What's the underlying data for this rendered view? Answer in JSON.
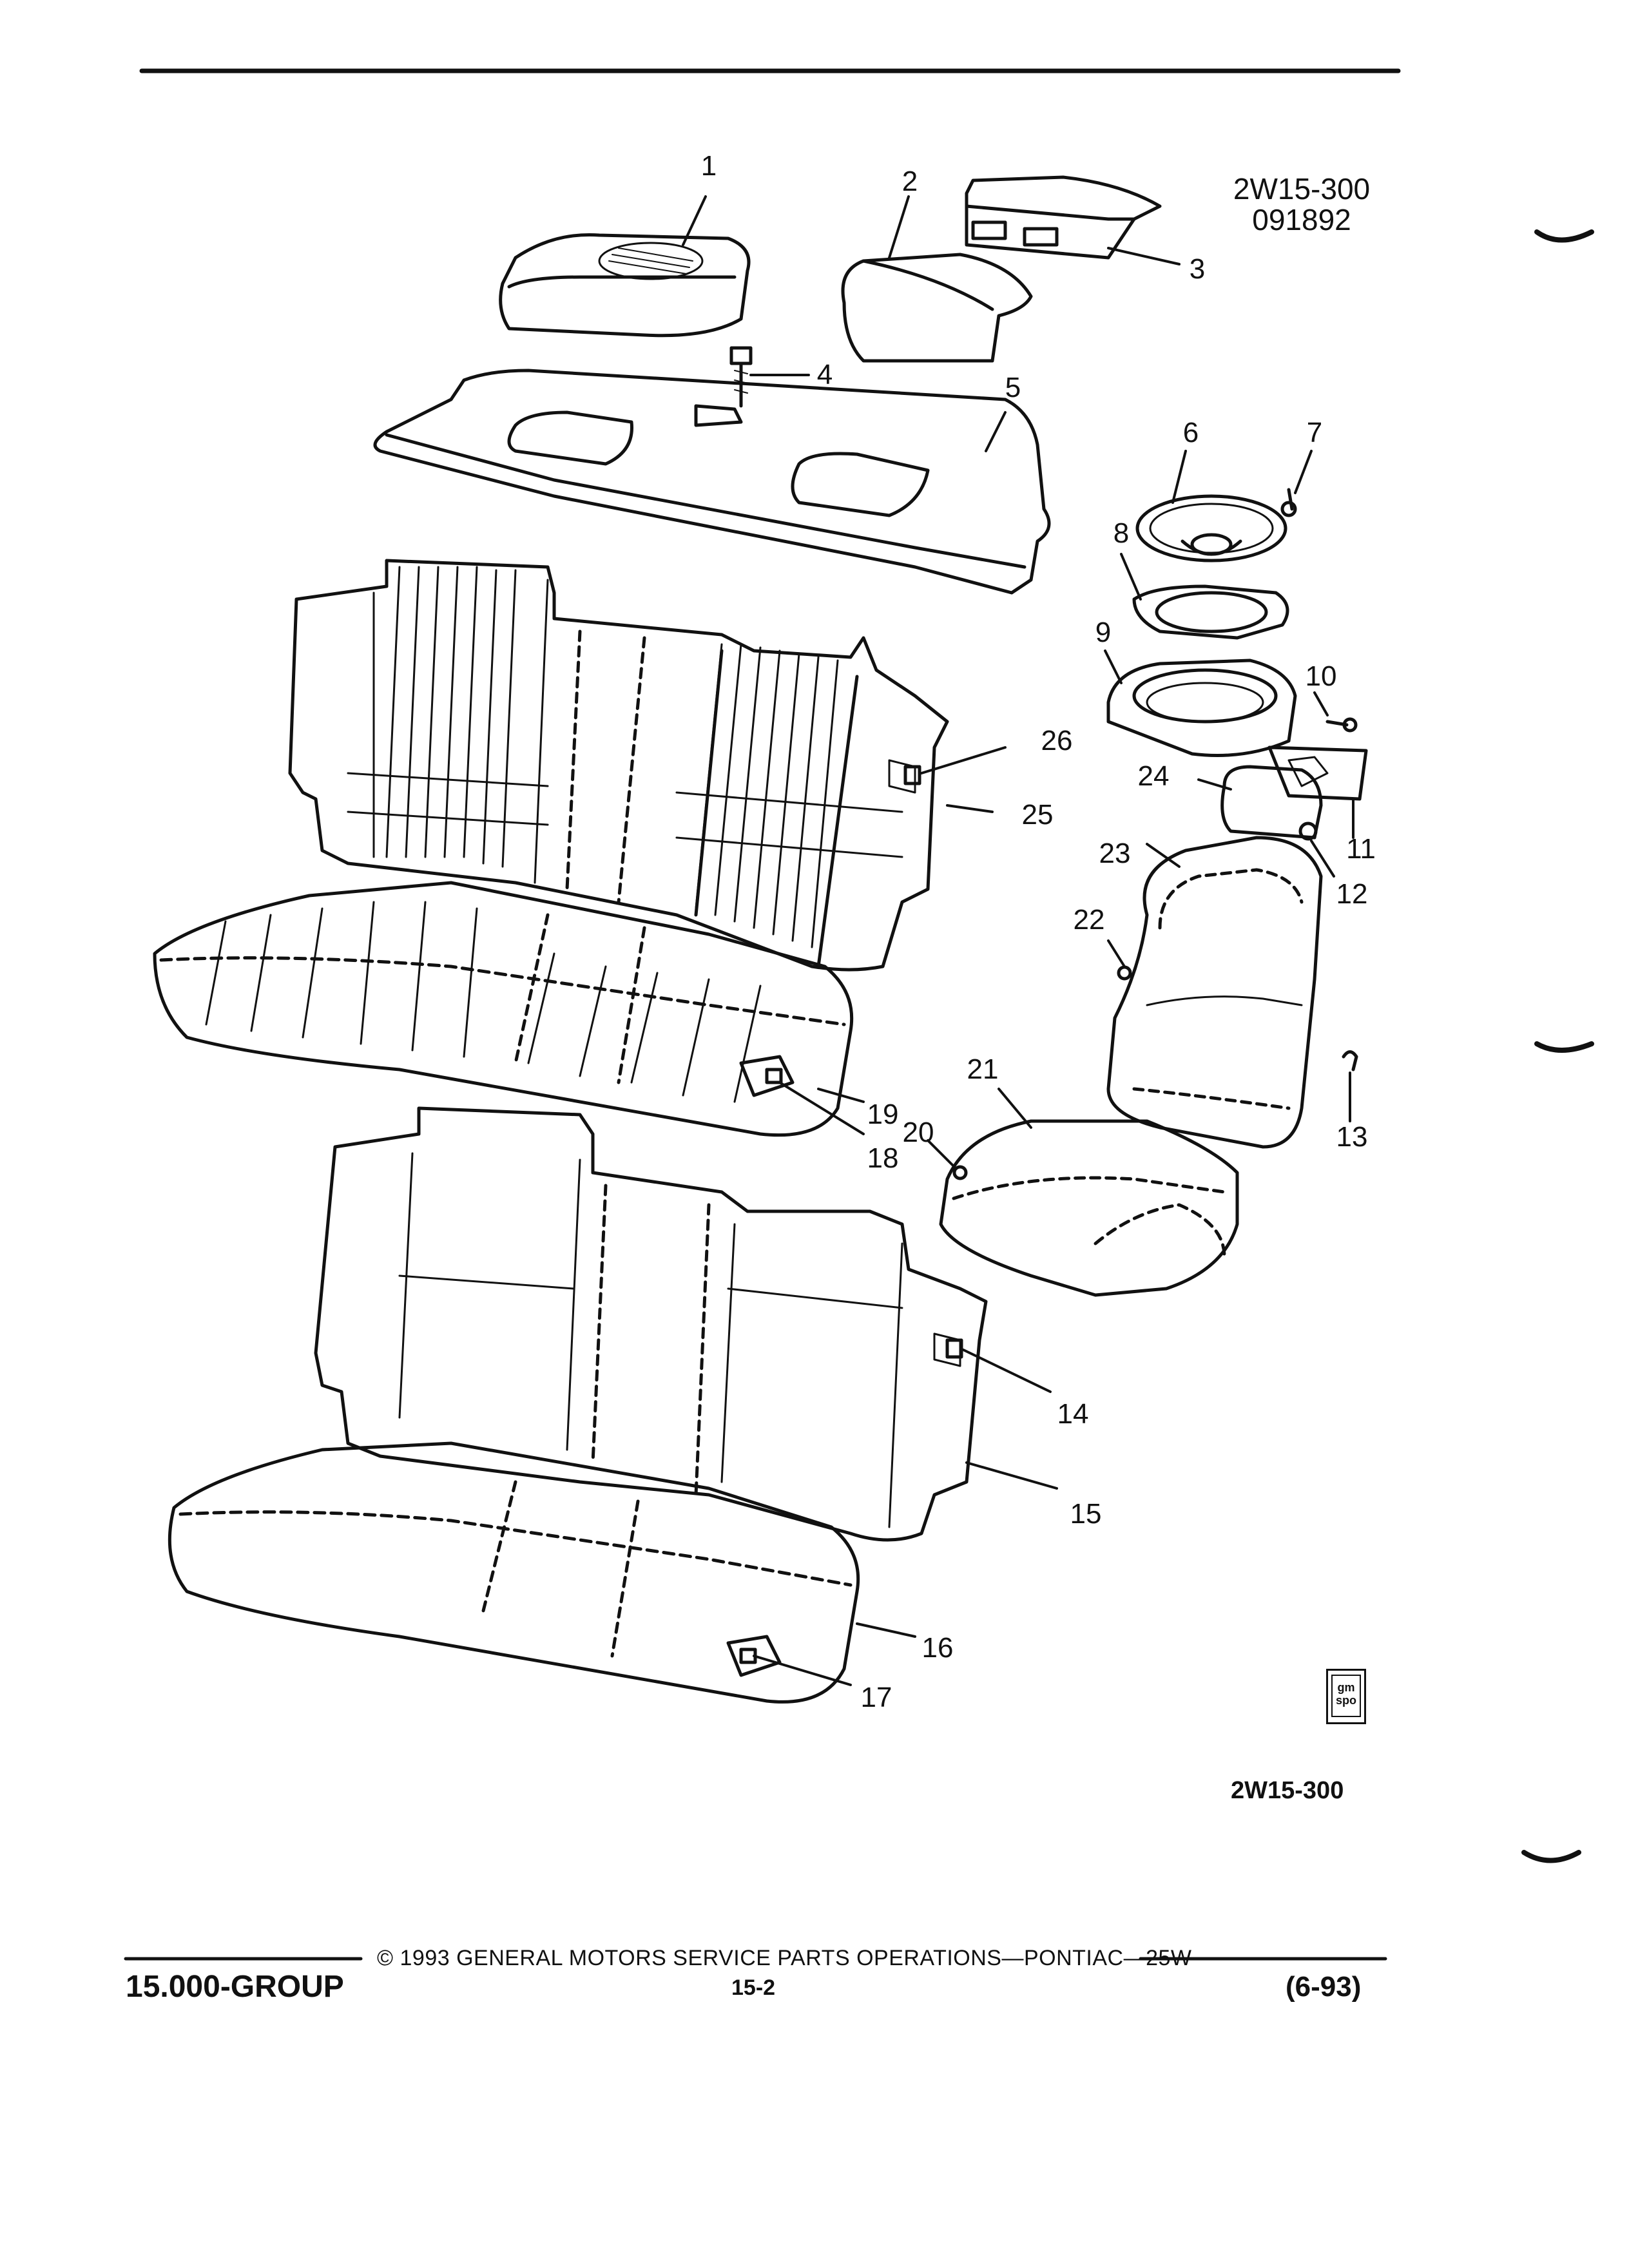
{
  "figure": {
    "code_top_line1": "2W15-300",
    "code_top_line2": "091892",
    "code_bottom": "2W15-300"
  },
  "callouts": [
    "1",
    "2",
    "3",
    "4",
    "5",
    "6",
    "7",
    "8",
    "9",
    "10",
    "11",
    "12",
    "13",
    "14",
    "15",
    "16",
    "17",
    "18",
    "19",
    "20",
    "21",
    "22",
    "23",
    "24",
    "25",
    "26"
  ],
  "logo": {
    "line1": "gm",
    "line2": "spo"
  },
  "footer": {
    "group": "15.000-GROUP",
    "copyright": "© 1993 GENERAL MOTORS SERVICE PARTS OPERATIONS—PONTIAC—25W",
    "page": "15-2",
    "date": "(6-93)"
  }
}
